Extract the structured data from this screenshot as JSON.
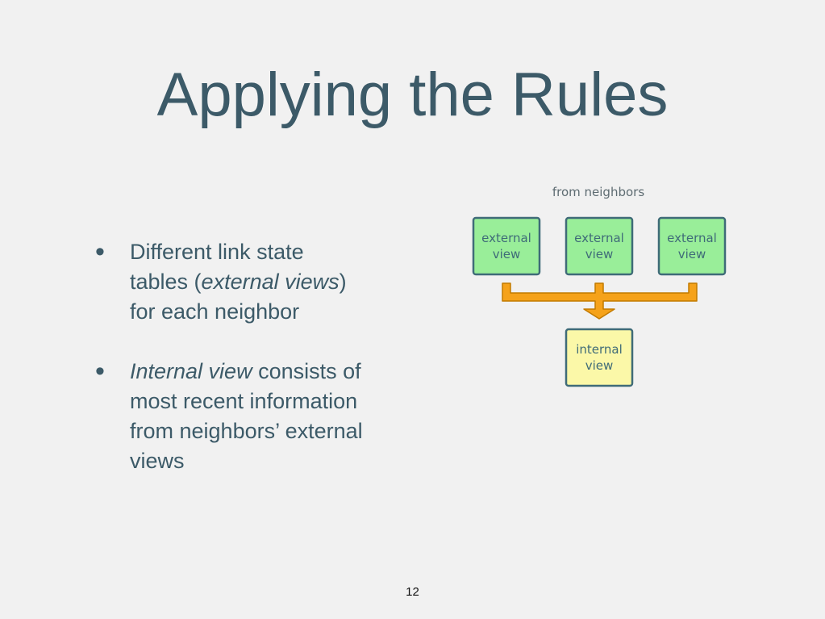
{
  "slide": {
    "title": "Applying the Rules",
    "page_number": "12"
  },
  "bullets": [
    {
      "line1": "Different link state",
      "line2_pre": "tables (",
      "line2_em": "external views",
      "line2_post": ")",
      "line3": "for each neighbor"
    },
    {
      "em": "Internal view",
      "line1_rest": " consists of",
      "line2": "most recent information",
      "line3": "from neighbors’ external",
      "line4": "views"
    }
  ],
  "diagram": {
    "caption": "from neighbors",
    "external_boxes": [
      {
        "line1": "external",
        "line2": "view"
      },
      {
        "line1": "external",
        "line2": "view"
      },
      {
        "line1": "external",
        "line2": "view"
      }
    ],
    "internal_box": {
      "line1": "internal",
      "line2": "view"
    },
    "colors": {
      "external_fill": "#99ee99",
      "internal_fill": "#fbf8a8",
      "box_border": "#3f6b78",
      "box_text": "#3f6b78",
      "arrow_fill": "#f5a21a",
      "arrow_stroke": "#c27a00",
      "caption": "#5e6c72"
    }
  }
}
